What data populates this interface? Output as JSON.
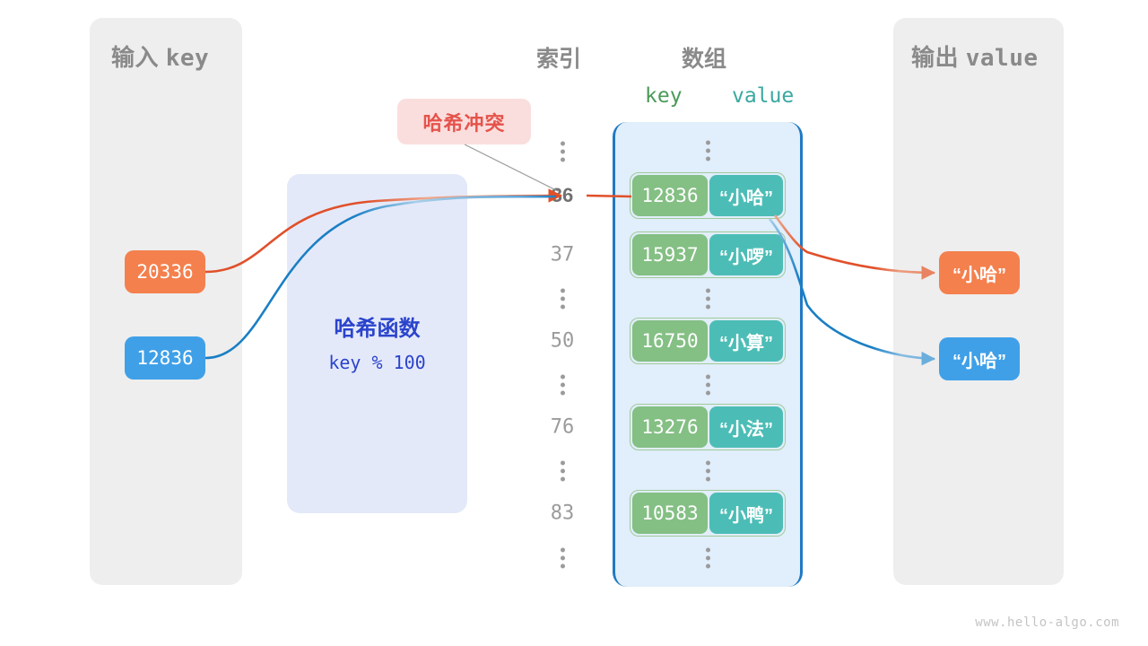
{
  "watermark": "www.hello-algo.com",
  "input_panel": {
    "title_cn": "输入",
    "title_mono": "key",
    "keys": [
      {
        "value": "20336",
        "color": "#f4804e"
      },
      {
        "value": "12836",
        "color": "#3fa0e8"
      }
    ]
  },
  "hash_function": {
    "title": "哈希函数",
    "expression": "key % 100",
    "box_color": "#e4e9f9",
    "text_color": "#2b44cc"
  },
  "collision": {
    "label": "哈希冲突",
    "bg_color": "#fadedd",
    "text_color": "#e5534b"
  },
  "columns": {
    "index_head": "索引",
    "array_head": "数组",
    "key_head": "key",
    "value_head": "value",
    "key_color": "#4a9a58",
    "value_color": "#3aa8a0"
  },
  "array": {
    "container_color": "#e1eefb",
    "border_color": "#1f7ac4",
    "rows": [
      {
        "kind": "dots"
      },
      {
        "kind": "entry",
        "index": "36",
        "key": "12836",
        "value": "“小哈”",
        "highlight": true
      },
      {
        "kind": "entry",
        "index": "37",
        "key": "15937",
        "value": "“小啰”",
        "highlight": false
      },
      {
        "kind": "dots"
      },
      {
        "kind": "entry",
        "index": "50",
        "key": "16750",
        "value": "“小算”",
        "highlight": false
      },
      {
        "kind": "dots"
      },
      {
        "kind": "entry",
        "index": "76",
        "key": "13276",
        "value": "“小法”",
        "highlight": false
      },
      {
        "kind": "dots"
      },
      {
        "kind": "entry",
        "index": "83",
        "key": "10583",
        "value": "“小鸭”",
        "highlight": false
      },
      {
        "kind": "dots"
      }
    ]
  },
  "output_panel": {
    "title_cn": "输出",
    "title_mono": "value",
    "values": [
      {
        "value": "“小哈”",
        "color": "#f4804e"
      },
      {
        "value": "“小哈”",
        "color": "#3fa0e8"
      }
    ]
  }
}
